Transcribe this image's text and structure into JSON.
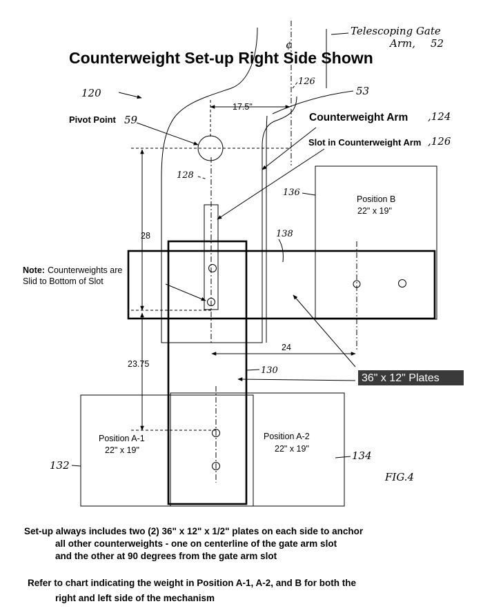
{
  "title": "Counterweight Set-up Right Side Shown",
  "labels": {
    "pivot_point": "Pivot Point",
    "pivot_ref": "59",
    "counterweight_arm": "Counterweight Arm",
    "counterweight_arm_ref": ",124",
    "slot": "Slot in Counterweight Arm",
    "slot_ref": ",126",
    "note_bold": "Note:",
    "note_rest": "Counterweights are",
    "note_line2": "Slid to Bottom of Slot",
    "position_b": "Position B",
    "position_b_size": "22\" x 19\"",
    "position_a1": "Position A-1",
    "position_a1_size": "22\" x 19\"",
    "position_a2": "Position A-2",
    "position_a2_size": "22\" x 19\"",
    "plates": "36\" x 12\" Plates"
  },
  "handwritten": {
    "telescoping_line1": "Telescoping Gate",
    "telescoping_line2": "Arm,",
    "telescoping_ref": "52",
    "ref_120": "120",
    "ref_126": "126",
    "ref_53": "53",
    "ref_128": "128",
    "ref_136": "136",
    "ref_138": "138",
    "ref_130": "130",
    "ref_132": "132",
    "ref_134": "134",
    "fig": "FIG.4",
    "centerline": "¢"
  },
  "dimensions": {
    "d175": "17.5\"",
    "d28": "28",
    "d2375": "23.75",
    "d24": "24"
  },
  "notes": {
    "line1": "Set-up always includes two (2) 36\" x 12\" x 1/2\" plates on each side to anchor",
    "line2": "all other counterweights - one on centerline of the gate arm slot",
    "line3": "and the other at 90 degrees from the gate arm slot",
    "line4": "Refer to chart indicating the weight in Position A-1, A-2, and B for both the",
    "line5": "right and left side of the mechanism"
  }
}
